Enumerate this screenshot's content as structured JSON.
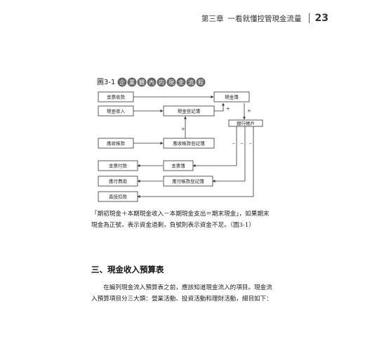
{
  "header": {
    "chapter": "第三章",
    "title": "一看就懂控管現金流量",
    "page_number": "23"
  },
  "figure": {
    "label": "圖3-1",
    "title_chars": [
      "企",
      "業",
      "體",
      "內",
      "的",
      "現",
      "金",
      "流",
      "程"
    ],
    "boxes": {
      "zhipiao_shoukuan": "支票收款",
      "xianjin_shouru": "現金收入",
      "yingshou_zhangkuan": "應收帳款",
      "xianjin_bu": "現金簿",
      "xianjin_dengjibu": "現金登記簿",
      "yingshou_dengjibu": "應收帳款登記簿",
      "yinhang_zhanghu": "銀行帳戶",
      "zhipiao_fukuan": "支票付款",
      "zhipiao_bu": "支票簿",
      "yingfu_feiyong": "應付費用",
      "yingfu_dengjibu": "應付帳款登記簿",
      "zhijie_koukuan": "直接扣款"
    },
    "signs": {
      "plus": "+",
      "minus": "–"
    }
  },
  "paragraph1": "「期初現金＋本期現金收入－本期現金支出＝期末現金」，如果期末現金為正號，表示資金過剩，負號則表示資金不足。（圖3-1）",
  "section_title": "三、現金收入預算表",
  "paragraph2": "在編列現金流入預算表之前，應該知道現金流入的項目。現金流入預算項目分三大類：營業活動、投資活動和理財活動，細目如下："
}
